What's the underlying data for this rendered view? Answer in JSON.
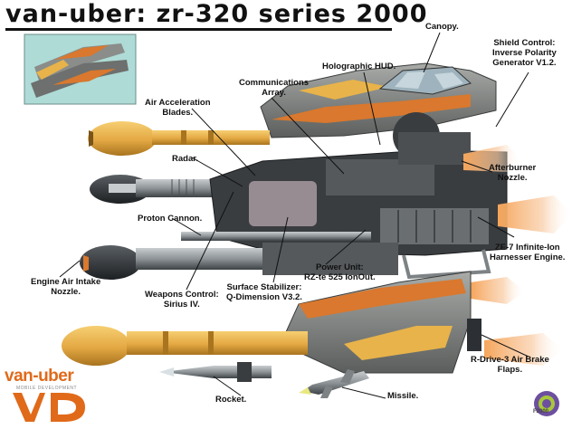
{
  "title": "van-uber: zr-320 series 2000",
  "brand": {
    "name": "van-uber",
    "sub": "MOBILE DEVELOPMENT",
    "mark": "F2000"
  },
  "labels": {
    "canopy": "Canopy.",
    "shield": [
      "Shield Control:",
      "Inverse Polarity",
      "Generator V1.2."
    ],
    "hud": "Holographic HUD.",
    "comms": [
      "Communications",
      "Array."
    ],
    "air_blades": [
      "Air Acceleration",
      "Blades."
    ],
    "radar": "Radar.",
    "afterburner": [
      "Afterburner",
      "Nozzle."
    ],
    "proton": "Proton Cannon.",
    "ze7": [
      "ZE-7 Infinite-Ion",
      "Harnesser Engine."
    ],
    "power": [
      "Power Unit:",
      "RZ-te 525 IonOut."
    ],
    "stabilizer": [
      "Surface Stabilizer:",
      "Q-Dimension V3.2."
    ],
    "weapons": [
      "Weapons Control:",
      "Sirius IV."
    ],
    "intake": [
      "Engine Air Intake",
      "Nozzle."
    ],
    "airbrake": [
      "R-Drive-3  Air Brake",
      "Flaps."
    ],
    "rocket": "Rocket.",
    "missile": "Missile."
  },
  "colors": {
    "hull": "#8a8d8a",
    "hull_dark": "#5d605e",
    "orange": "#d9782e",
    "yellow": "#e8b34a",
    "metal": "#9aa0a3",
    "dark": "#2c2f33",
    "flame": "#f39a4a",
    "inset_bg": "#aedbd6"
  }
}
